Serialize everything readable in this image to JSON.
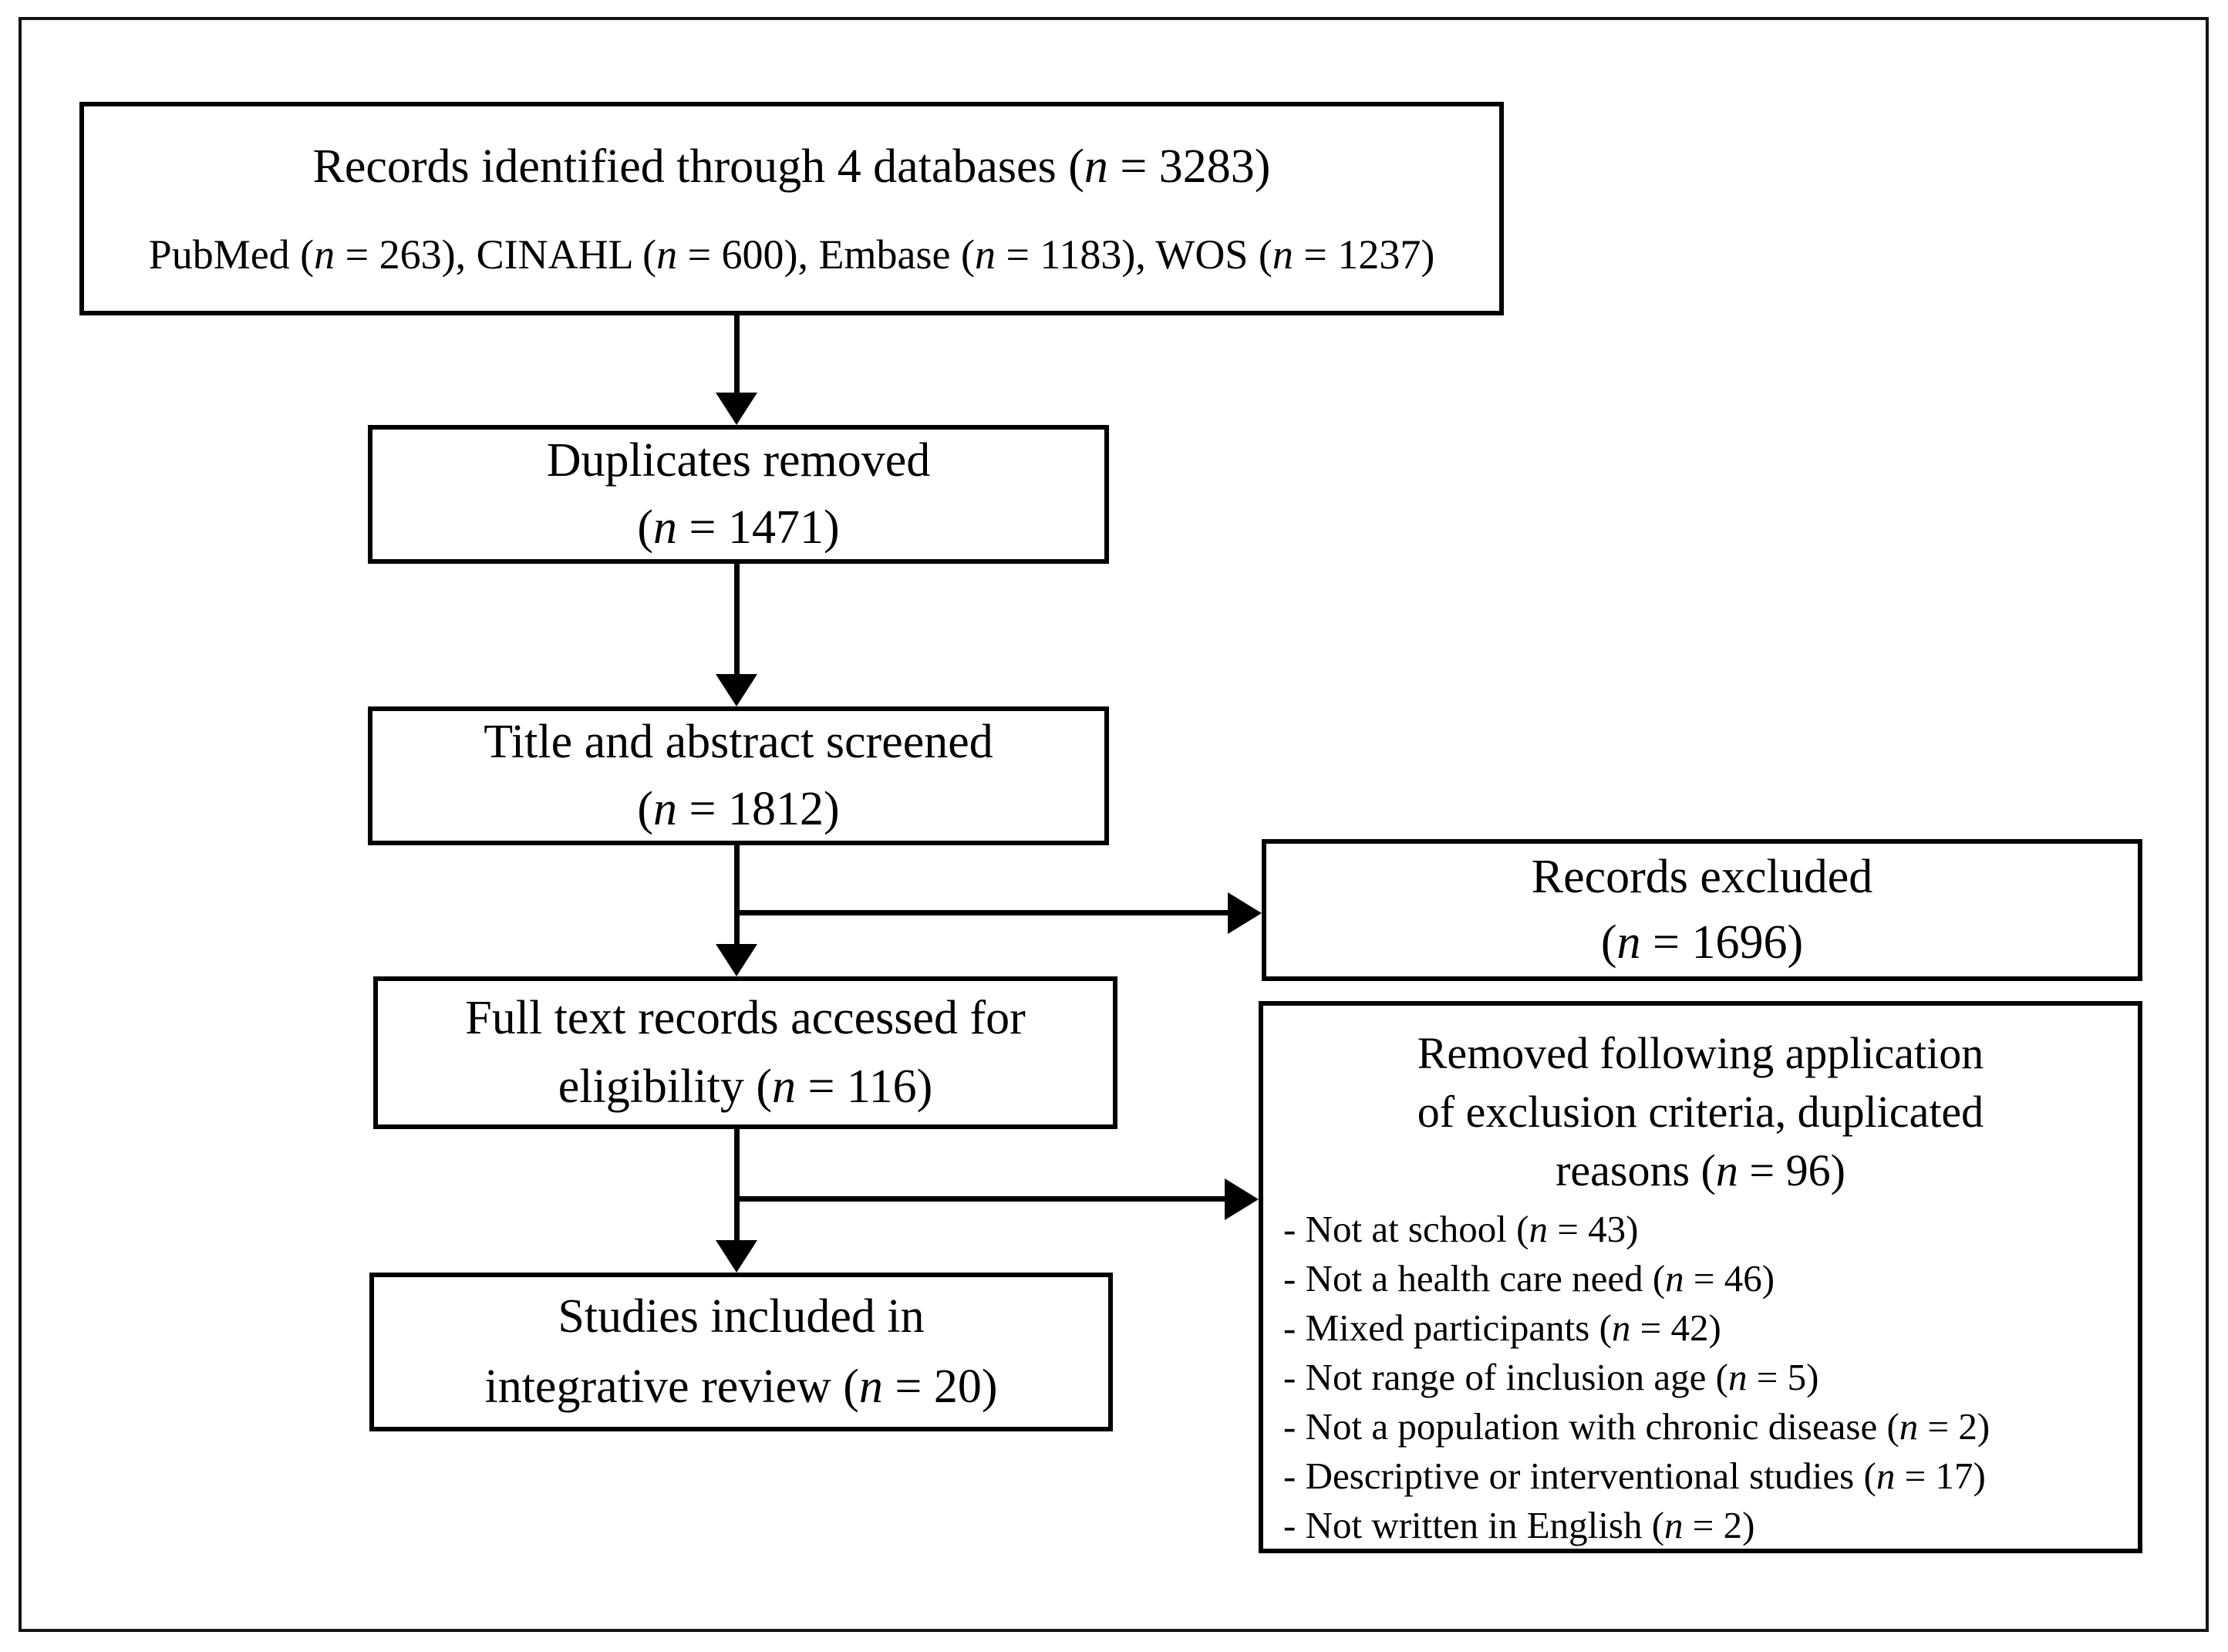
{
  "figure": {
    "title": "Study selection flow diagram",
    "colors": {
      "box_border": "#000000",
      "outer_frame": "#141414",
      "background": "#ffffff",
      "text": "#000000"
    },
    "boxes": {
      "identified": {
        "lines": [
          "Records identified through 4 databases (*n* = 3283)",
          "PubMed (*n* = 263), CINAHL (*n* = 600), Embase (*n* = 1183), WOS (*n* = 1237)"
        ]
      },
      "duplicates": {
        "lines": [
          "Duplicates removed",
          "(*n* = 1471)"
        ]
      },
      "screened": {
        "lines": [
          "Title and abstract screened",
          "(*n* = 1812)"
        ]
      },
      "records_excluded": {
        "lines": [
          "Records excluded",
          "(*n* = 1696)"
        ]
      },
      "full_text": {
        "lines": [
          "Full text records accessed for",
          "eligibility (*n* = 116)"
        ]
      },
      "exclusion_reasons": {
        "heading_lines": [
          "Removed following application",
          "of exclusion criteria, duplicated",
          "reasons (*n* = 96)"
        ],
        "items": [
          "- Not at school (*n* = 43)",
          "- Not a health care need (*n* = 46)",
          "- Mixed participants (*n* = 42)",
          "- Not range of inclusion age (*n* = 5)",
          "- Not a population with chronic disease (*n* = 2)",
          "- Descriptive or interventional studies (*n* = 17)",
          "- Not written in English (*n* = 2)"
        ]
      },
      "included": {
        "lines": [
          "Studies included in",
          "integrative review (*n* = 20)"
        ]
      }
    }
  }
}
